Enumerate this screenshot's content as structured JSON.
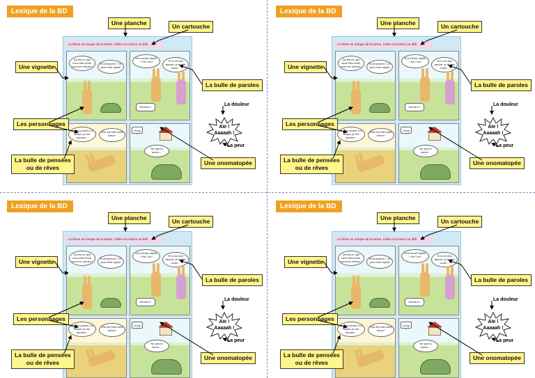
{
  "title": "Lexique de la BD",
  "labels": {
    "planche": "Une planche",
    "cartouche": "Un cartouche",
    "vignette": "Une vignette",
    "bulle_paroles": "La bulle de paroles",
    "personnages": "Les personnages",
    "bulle_pensees_line1": "La bulle de pensées",
    "bulle_pensees_line2": "ou de rêves",
    "onomatopee": "Une onomatopée"
  },
  "comic": {
    "cartouche_text": "Le lièvre se moque de la tortue. Celle-ci lui lance un défi.",
    "bubble_1": "Qu'est-ce que vous êtes lente, vous les tortues !",
    "bubble_2": "Si lentement ? Je peux être rapide",
    "bubble_3": "Une tortue rapide ? Ha ! Ha !",
    "bubble_4": "Si tu es mal assuré, je te fais courir...",
    "bubble_5": "Devrai-il !",
    "bubble_6": "Je dois perdre à le temps, je me reposer...",
    "bubble_7": "Elle est folle cette tortue !",
    "bubble_8": "Vroup !",
    "bubble_9": "Ne pas la suivre..."
  },
  "onomatopoeia": {
    "line1": "Aïe !",
    "line2": "Aaaaah !",
    "douleur": "La douleur",
    "peur": "La peur"
  }
}
